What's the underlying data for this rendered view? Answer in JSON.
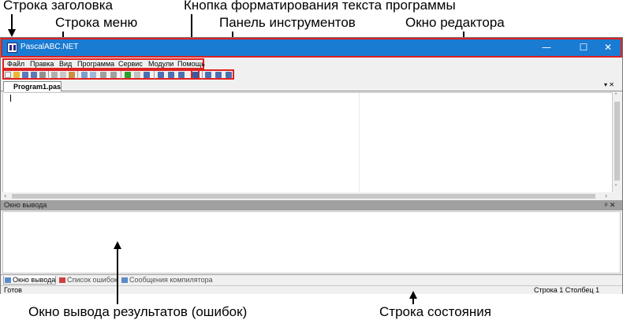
{
  "annotations": {
    "titlebar": "Строка заголовка",
    "menubar": "Строка меню",
    "format_button": "Кнопка форматирования текста программы",
    "toolbar": "Панель инструментов",
    "editor": "Окно редактора",
    "output": "Окно вывода результатов (ошибок)",
    "statusbar": "Строка состояния"
  },
  "window": {
    "title": "PascalABC.NET",
    "controls": {
      "minimize": "—",
      "maximize": "☐",
      "close": "✕"
    }
  },
  "menu": [
    "Файл",
    "Правка",
    "Вид",
    "Программа",
    "Сервис",
    "Модули",
    "Помощь"
  ],
  "editor": {
    "tab_label": "Program1.pas",
    "tab_controls": "▾ ✕"
  },
  "output": {
    "header": "Окно вывода",
    "header_controls": "ᵖ ✕"
  },
  "bottom_tabs": [
    "Окно вывода",
    "Список ошибок",
    "Сообщения компилятора"
  ],
  "status": {
    "left": "Готов",
    "right": "Строка 1 Столбец 1"
  },
  "colors": {
    "titlebar": "#1a7bd3",
    "highlight": "#e02020"
  }
}
